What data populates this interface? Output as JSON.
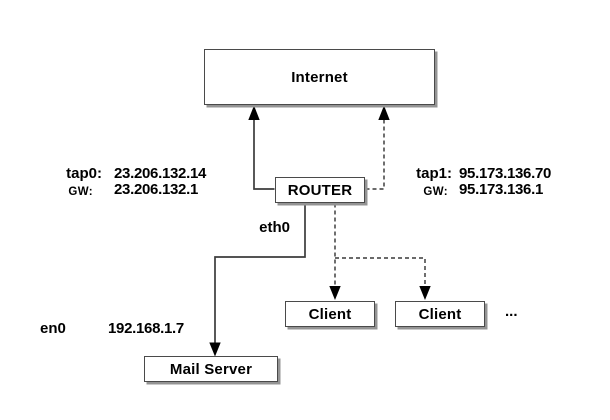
{
  "diagram": {
    "nodes": {
      "internet": {
        "label": "Internet"
      },
      "router": {
        "label": "ROUTER"
      },
      "client1": {
        "label": "Client"
      },
      "client2": {
        "label": "Client"
      },
      "mail_server": {
        "label": "Mail Server"
      }
    },
    "interfaces": {
      "tap0": {
        "name": "tap0:",
        "ip": "23.206.132.14"
      },
      "tap0_gw": {
        "name": "gw:",
        "ip": "23.206.132.1"
      },
      "tap1": {
        "name": "tap1:",
        "ip": "95.173.136.70"
      },
      "tap1_gw": {
        "name": "gw:",
        "ip": "95.173.136.1"
      },
      "eth0": {
        "name": "eth0"
      },
      "en0": {
        "name": "en0",
        "ip": "192.168.1.7"
      }
    },
    "more_clients_ellipsis": "...",
    "colors": {
      "background": "#ffffff",
      "box_border": "#4a4a4a",
      "box_shadow": "#949494",
      "solid_line": "#3c3c3c",
      "dashed_line": "#565656",
      "arrowhead": "#000000",
      "text": "#000000"
    }
  }
}
